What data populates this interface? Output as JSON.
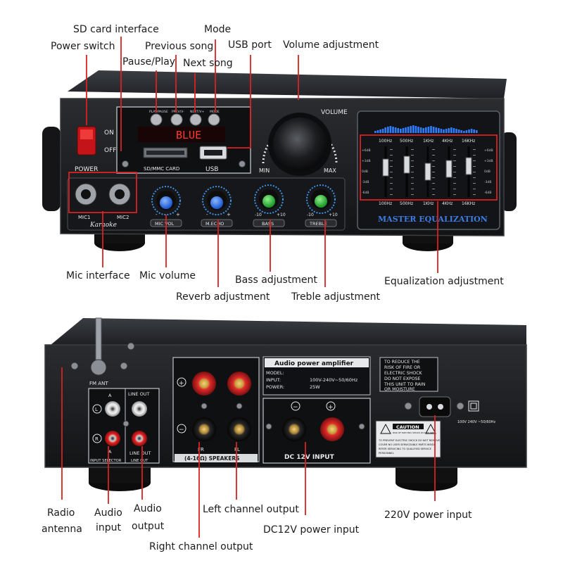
{
  "callouts": {
    "sd_card": "SD card interface",
    "mode": "Mode",
    "power_switch": "Power switch",
    "previous_song": "Previous song",
    "usb_port": "USB port",
    "volume_adjustment": "Volume adjustment",
    "pause_play": "Pause/Play",
    "next_song": "Next song",
    "mic_interface": "Mic interface",
    "mic_volume": "Mic volume",
    "bass_adjustment": "Bass adjustment",
    "reverb_adjustment": "Reverb adjustment",
    "treble_adjustment": "Treble adjustment",
    "equalization_adjustment": "Equalization adjustment",
    "radio_antenna_1": "Radio",
    "radio_antenna_2": "antenna",
    "audio_input_1": "Audio",
    "audio_input_2": "input",
    "audio_output_1": "Audio",
    "audio_output_2": "output",
    "left_channel_output": "Left channel output",
    "right_channel_output": "Right channel output",
    "dc12v_power_input": "DC12V power input",
    "ac220v_power_input": "220V power input"
  },
  "front_panel": {
    "power_on": "ON",
    "power_off": "OFF",
    "power_label": "POWER",
    "display_text": "BLUE",
    "btn_play": "PLAY/PAUSE",
    "btn_prev": "PREV/V-",
    "btn_next": "NEXT/V+",
    "btn_mode": "MODE",
    "sd_label": "SD/MMC CARD",
    "usb_label": "USB",
    "volume_label": "VOLUME",
    "vol_min": "MIN",
    "vol_max": "MAX",
    "mic1": "MIC1",
    "mic2": "MIC2",
    "karaoke": "Karaoke",
    "knob_micvol": "MIC VOL",
    "knob_echo": "M.ECHO",
    "knob_bass": "BASS",
    "knob_treble": "TREBLE",
    "minus": "-",
    "plus": "+",
    "m10": "-10",
    "p10": "+10",
    "eq_title": "MASTER EQUALIZATION",
    "eq_bands": [
      "100Hz",
      "500Hz",
      "1KHz",
      "4KHz",
      "16KHz"
    ],
    "db_left": [
      "+6dB",
      "+3dB",
      "0dB",
      "-3dB",
      "-6dB"
    ],
    "db_right": [
      "+6dB",
      "+3dB",
      "0dB",
      "-3dB",
      "-6dB"
    ]
  },
  "back_panel": {
    "fm_ant": "FM ANT",
    "line_out_top": "LINE OUT",
    "line_out_bottom": "LINE OUT",
    "input_selector": "INPUT SELECTOR",
    "ch_a_top": "A",
    "ch_a_bottom": "A",
    "ch_l": "L",
    "ch_r": "R",
    "plus": "+",
    "minus": "−",
    "fr": "FR",
    "fl": "FL",
    "speakers": "(4-16Ω) SPEAKERS",
    "spec_title": "Audio power amplifier",
    "model_label": "MODEL:",
    "input_label": "INPUT:",
    "input_value": "100V-240V~50/60Hz",
    "power_label": "POWER:",
    "power_value": "25W",
    "dc_label": "DC 12V INPUT",
    "warning_lines": [
      "TO REDUCE THE",
      "RISK OF FIRE OR",
      "ELECTRIC SHOCK",
      "DO NOT EXPOSE",
      "THIS UNIT TO RAIN",
      "OR MOISTURE"
    ],
    "caution": "CAUTION",
    "caution_sub": "RISK OF ELECTRIC SHOCK DO NOT OPEN",
    "caution_lines": [
      "TO PREVENT ELECTRIC SHOCK DO NOT REMOVE",
      "COVER NO USER SERVICEABLE PARTS INSIDE",
      "REFER SERVICING TO QUALIFIED SERVICE",
      "PERSONNEL"
    ],
    "ac_rating": "100V 240V ~50/60Hz"
  }
}
